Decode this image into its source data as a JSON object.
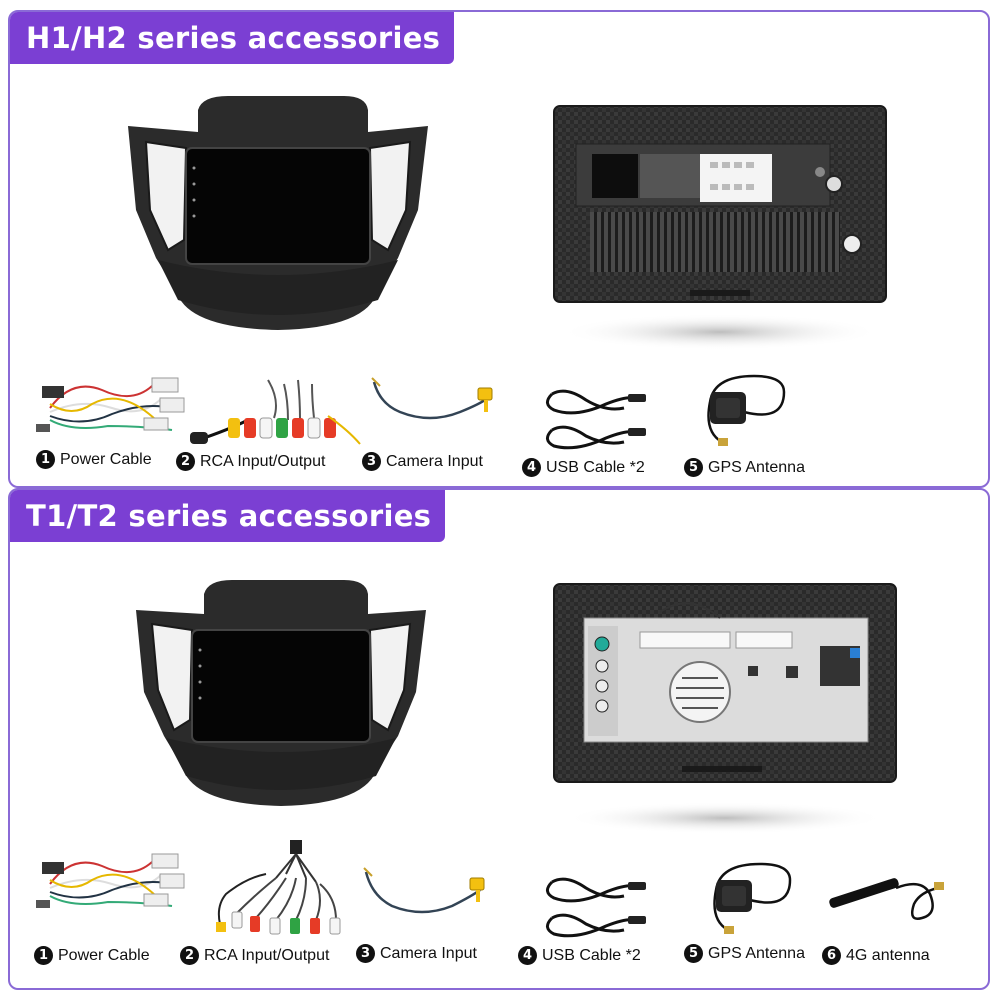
{
  "sections": [
    {
      "title": "H1/H2 series accessories",
      "accessories": [
        {
          "num": "1",
          "label": "Power Cable",
          "icon": "power-cable-harness"
        },
        {
          "num": "2",
          "label": "RCA Input/Output",
          "icon": "rca-cable"
        },
        {
          "num": "3",
          "label": "Camera Input",
          "icon": "camera-input-cable"
        },
        {
          "num": "4",
          "label": "USB Cable *2",
          "icon": "usb-cable"
        },
        {
          "num": "5",
          "label": "GPS Antenna",
          "icon": "gps-antenna"
        }
      ]
    },
    {
      "title": "T1/T2 series accessories",
      "accessories": [
        {
          "num": "1",
          "label": "Power Cable",
          "icon": "power-cable-harness"
        },
        {
          "num": "2",
          "label": "RCA Input/Output",
          "icon": "rca-cable"
        },
        {
          "num": "3",
          "label": "Camera Input",
          "icon": "camera-input-cable"
        },
        {
          "num": "4",
          "label": "USB Cable *2",
          "icon": "usb-cable"
        },
        {
          "num": "5",
          "label": "GPS Antenna",
          "icon": "gps-antenna"
        },
        {
          "num": "6",
          "label": "4G antenna",
          "icon": "4g-antenna"
        }
      ]
    }
  ],
  "colors": {
    "banner": "#7b3fd3",
    "border": "#8a6ad6"
  }
}
